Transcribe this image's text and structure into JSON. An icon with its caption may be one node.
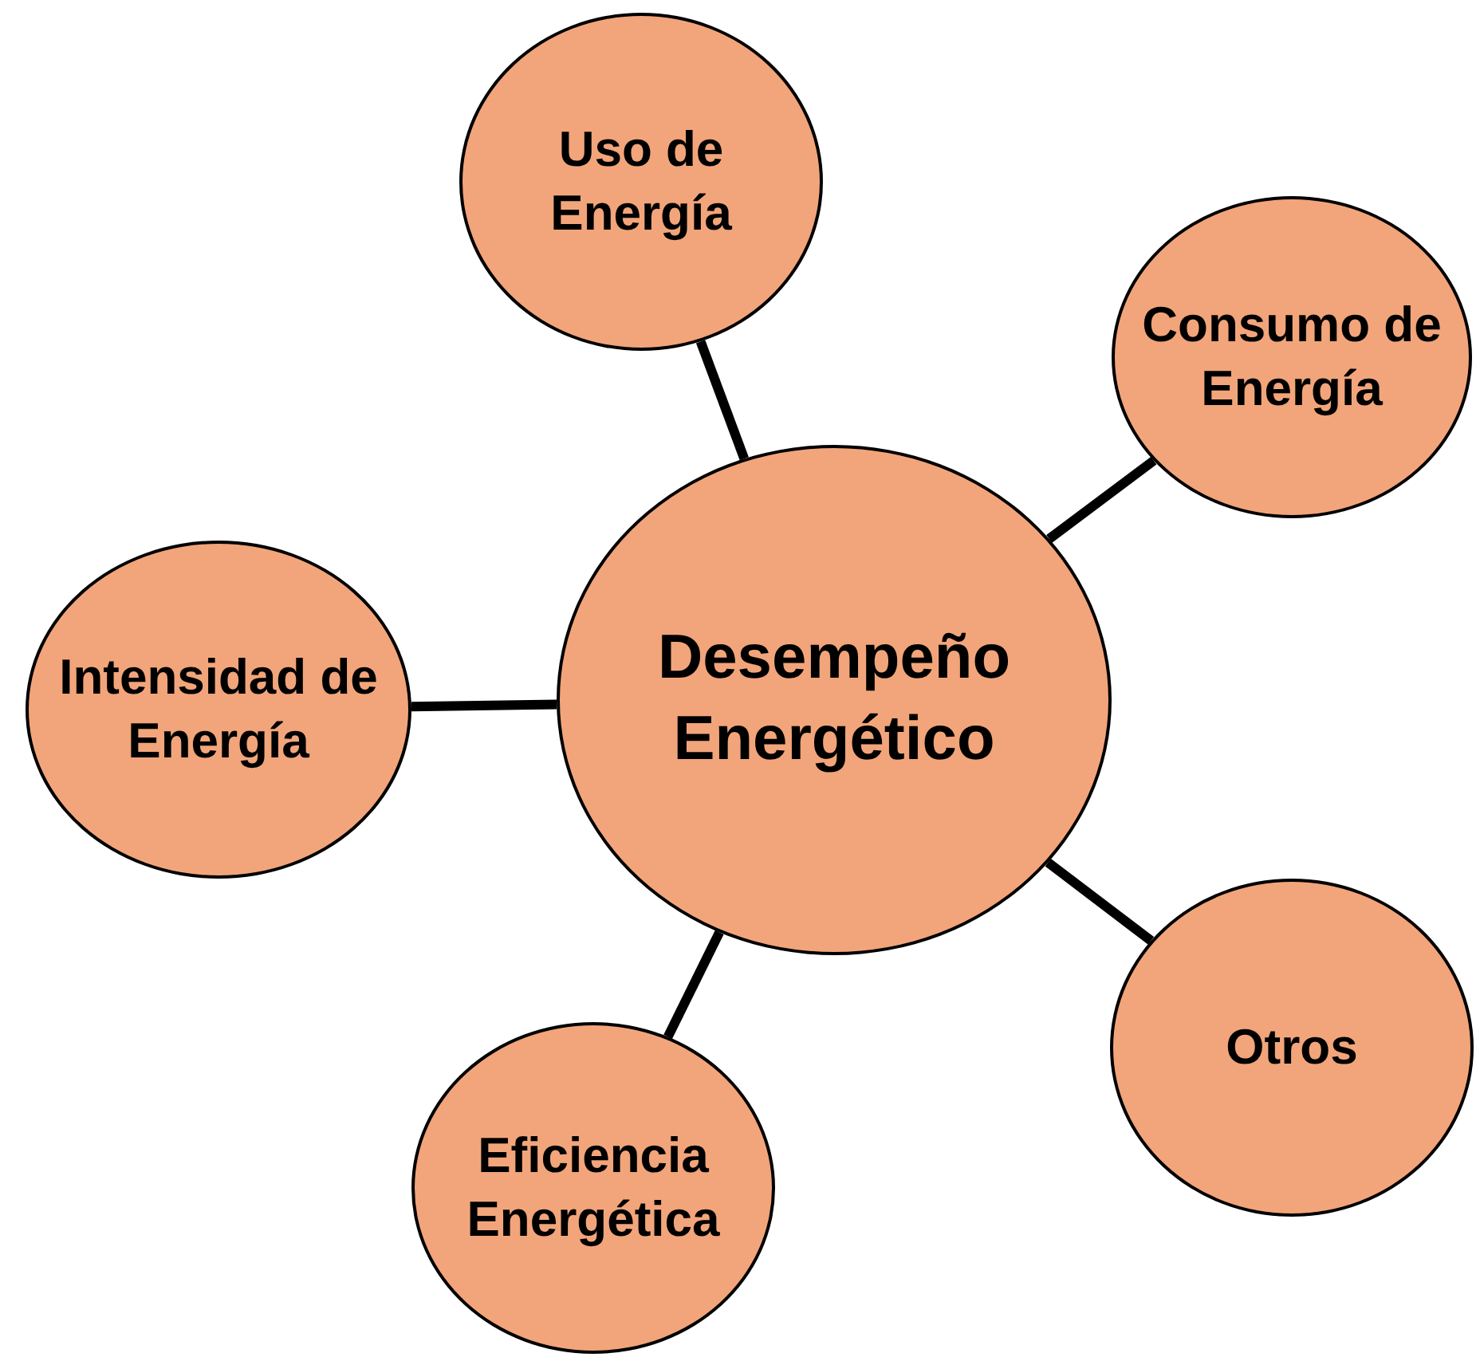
{
  "diagram": {
    "nodes": [
      {
        "text": [
          "Uso de Energía"
        ]
      },
      {
        "text": [
          "Consumo de Energía"
        ]
      },
      {
        "text": [
          "Intensidad de Energía"
        ]
      },
      {
        "text": [
          "Desempeño Energético"
        ]
      },
      {
        "text": [
          "Otros"
        ]
      },
      {
        "text": [
          "Eficiencia Energética"
        ]
      }
    ],
    "edges": [
      {
        "from": 3,
        "to": 0,
        "arrow": "none"
      },
      {
        "from": 3,
        "to": 1,
        "arrow": "none"
      },
      {
        "from": 3,
        "to": 2,
        "arrow": "none"
      },
      {
        "from": 3,
        "to": 4,
        "arrow": "none"
      },
      {
        "from": 3,
        "to": 5,
        "arrow": "none"
      }
    ]
  }
}
